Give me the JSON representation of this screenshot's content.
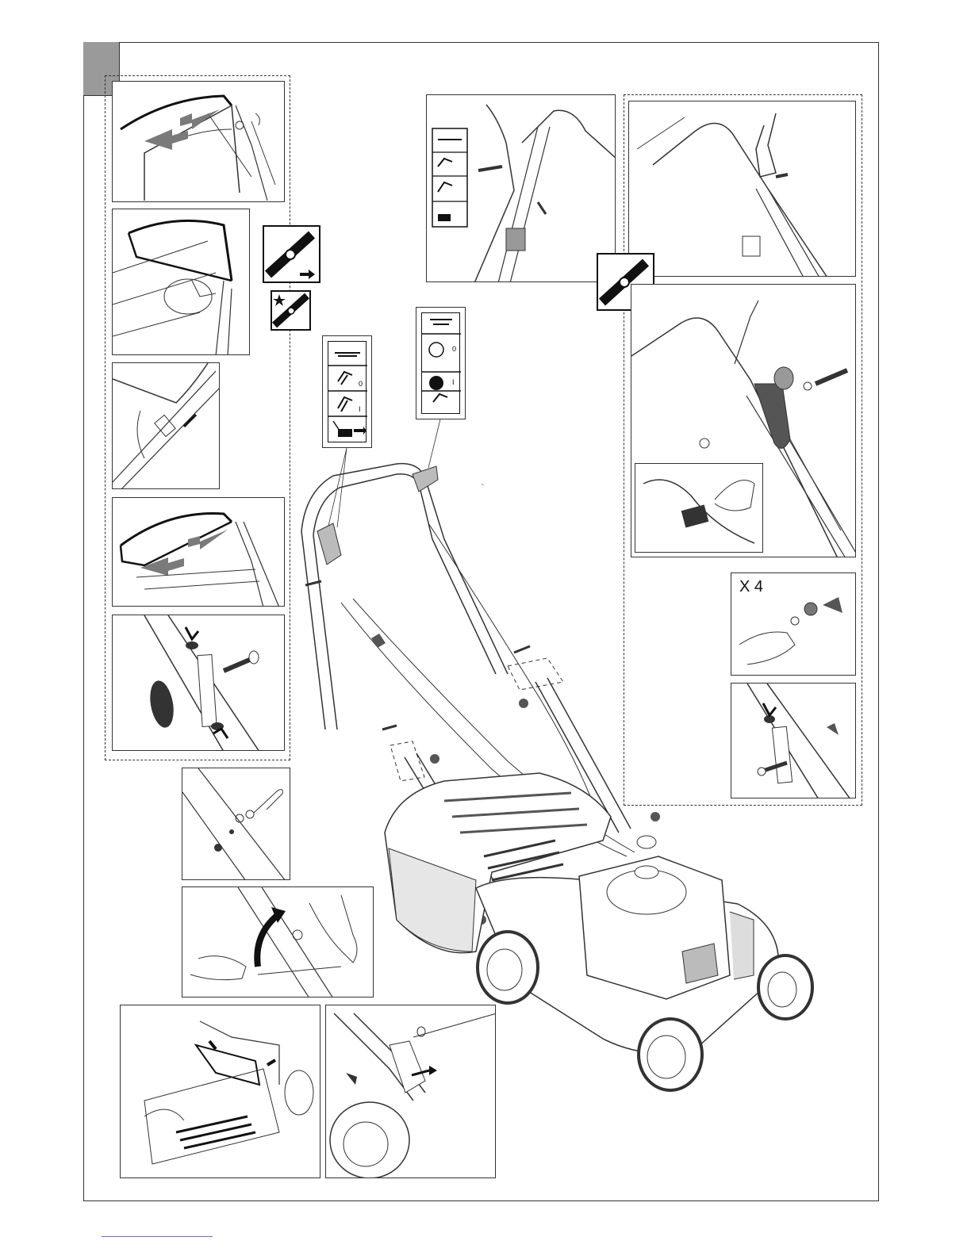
{
  "quantity_label": "X 4",
  "control_icons": {
    "brake_off": "0",
    "brake_on": "I"
  },
  "icons": [
    "blade-badge-icon",
    "blade-star-badge-icon",
    "control-label-icon",
    "lawnmower-icon",
    "hand-icon",
    "arrow-icon"
  ],
  "colors": {
    "line": "#222222",
    "tab": "#9a9a9a",
    "arrow_fill": "#7a7a7a"
  }
}
